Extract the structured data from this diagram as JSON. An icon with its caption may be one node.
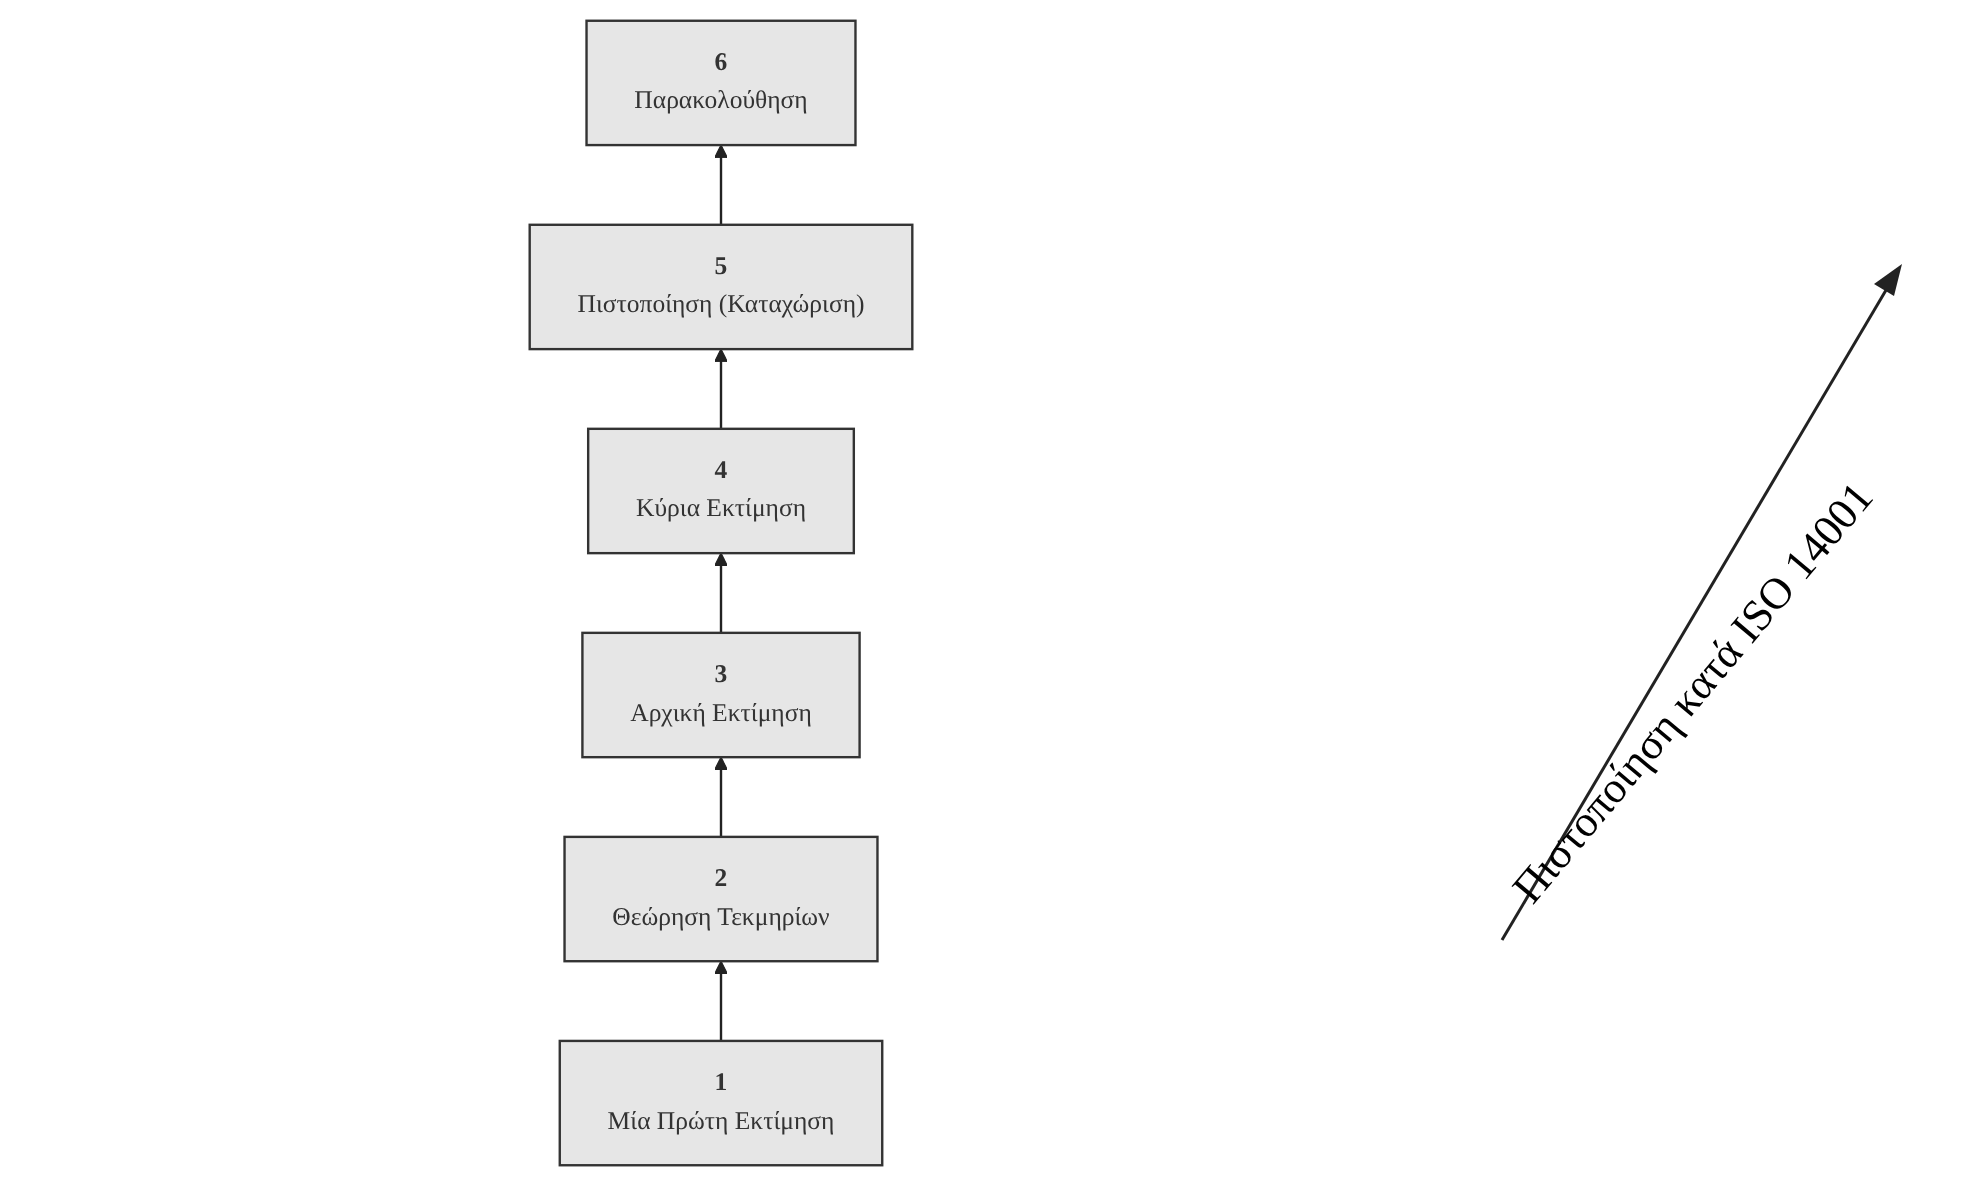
{
  "diagram": {
    "nodes": [
      {
        "text": [
          "1",
          "Μία Πρώτη Εκτίμηση"
        ]
      },
      {
        "text": [
          "2",
          "Θεώρηση Τεκμηρίων"
        ]
      },
      {
        "text": [
          "3",
          "Αρχική Εκτίμηση"
        ]
      },
      {
        "text": [
          "4",
          "Κύρια Εκτίμηση"
        ]
      },
      {
        "text": [
          "5",
          "Πιστοποίηση (Καταχώριση)"
        ]
      },
      {
        "text": [
          "6",
          "Παρακολούθηση"
        ]
      }
    ],
    "edges": [
      {
        "from": 0,
        "to": 1,
        "arrow": "to"
      },
      {
        "from": 1,
        "to": 2,
        "arrow": "to"
      },
      {
        "from": 2,
        "to": 3,
        "arrow": "to"
      },
      {
        "from": 3,
        "to": 4,
        "arrow": "to"
      },
      {
        "from": 4,
        "to": 5,
        "arrow": "to"
      }
    ],
    "labels": [
      "Πιστοποίηση κατά ISO 14001"
    ]
  }
}
